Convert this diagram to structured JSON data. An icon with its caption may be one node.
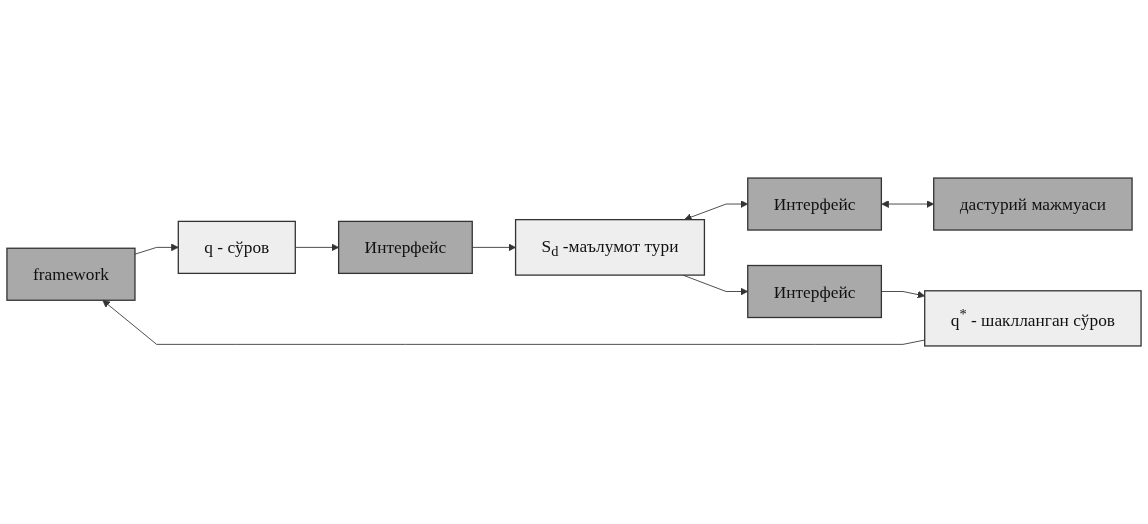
{
  "diagram": {
    "nodes": [
      {
        "text": [
          "framework"
        ]
      },
      {
        "text": [
          "q - сўров"
        ]
      },
      {
        "text": [
          "Интерфейс"
        ]
      },
      {
        "text": [
          "S$_{d}$ -маълумот тури"
        ]
      },
      {
        "text": [
          "Интерфейс"
        ]
      },
      {
        "text": [
          "дастурий мажмуаси"
        ]
      },
      {
        "text": [
          "Интерфейс"
        ]
      },
      {
        "text": [
          "q$^{*}$ - шаклланган сўров"
        ]
      }
    ],
    "edges": [
      {
        "from": 0,
        "to": 1,
        "arrow": "to"
      },
      {
        "from": 1,
        "to": 2,
        "arrow": "to"
      },
      {
        "from": 2,
        "to": 3,
        "arrow": "to"
      },
      {
        "from": 3,
        "to": 4,
        "arrow": "both"
      },
      {
        "from": 4,
        "to": 5,
        "arrow": "both"
      },
      {
        "from": 3,
        "to": 6,
        "arrow": "to"
      },
      {
        "from": 6,
        "to": 7,
        "arrow": "to"
      },
      {
        "from": 7,
        "to": 0,
        "arrow": "to"
      }
    ]
  }
}
